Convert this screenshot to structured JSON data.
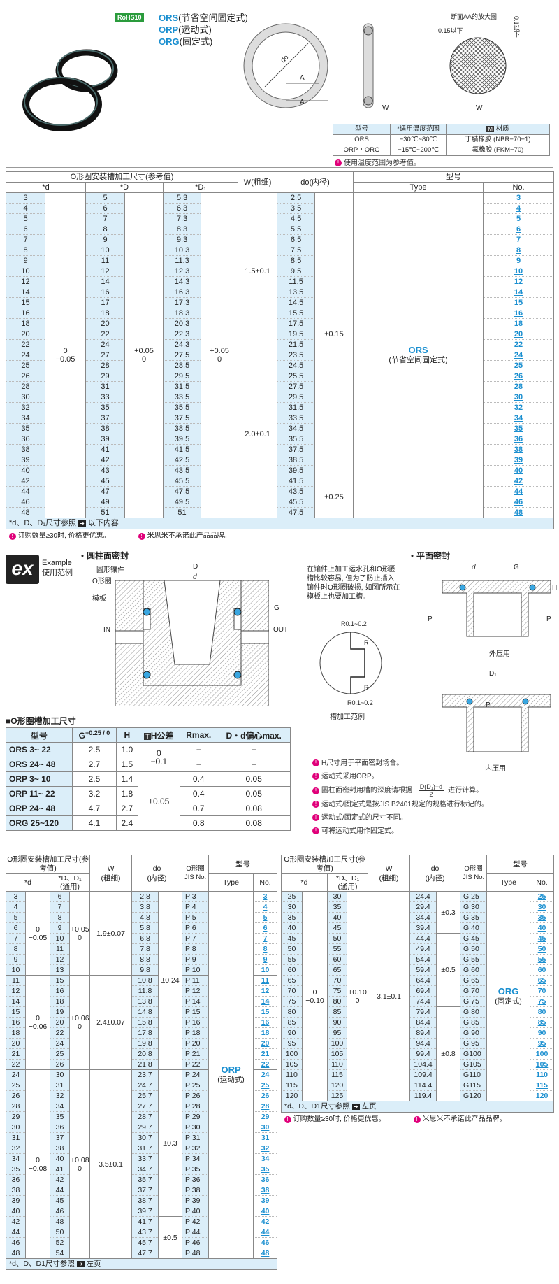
{
  "header": {
    "rohs": "RoHS10",
    "ors": "ORS",
    "ors_desc": "(节省空间固定式)",
    "orp": "ORP",
    "orp_desc": "(运动式)",
    "org": "ORG",
    "org_desc": "(固定式)",
    "section_title": "断面AA的放大图",
    "dim_015": "0.15以下",
    "dim_01": "0.1以下",
    "lbl_A": "A",
    "lbl_W": "W",
    "lbl_do": "do"
  },
  "material_table": {
    "headers": [
      "型号",
      "*适用温度范围",
      "材质"
    ],
    "material_icon": "M",
    "rows": [
      [
        "ORS",
        "−30℃~80℃",
        "丁腈橡胶 (NBR−70−1)"
      ],
      [
        "ORP・ORG",
        "−15℃~200℃",
        "氟橡胶 (FKM−70)"
      ]
    ],
    "note": "使用温度范围为参考值。"
  },
  "ors_table": {
    "group_header": "O形圈安装槽加工尺寸(参考值)",
    "col_d": "*d",
    "col_D": "*D",
    "col_D1": "*D₁",
    "col_W": "W(粗细)",
    "col_do": "do(内径)",
    "col_type_group": "型号",
    "col_type": "Type",
    "col_no": "No.",
    "tol_d": [
      "0",
      "−0.05"
    ],
    "tol_D": [
      "+0.05",
      "0"
    ],
    "tol_D1": [
      "+0.05",
      "0"
    ],
    "w1": "1.5±0.1",
    "w2": "2.0±0.1",
    "do_tol1": "±0.15",
    "do_tol2": "±0.25",
    "type_name": "ORS",
    "type_desc": "(节省空间固定式)",
    "rows": [
      [
        "3",
        "5",
        "5.3",
        "2.5",
        "3"
      ],
      [
        "4",
        "6",
        "6.3",
        "3.5",
        "4"
      ],
      [
        "5",
        "7",
        "7.3",
        "4.5",
        "5"
      ],
      [
        "6",
        "8",
        "8.3",
        "5.5",
        "6"
      ],
      [
        "7",
        "9",
        "9.3",
        "6.5",
        "7"
      ],
      [
        "8",
        "10",
        "10.3",
        "7.5",
        "8"
      ],
      [
        "9",
        "11",
        "11.3",
        "8.5",
        "9"
      ],
      [
        "10",
        "12",
        "12.3",
        "9.5",
        "10"
      ],
      [
        "12",
        "14",
        "14.3",
        "11.5",
        "12"
      ],
      [
        "14",
        "16",
        "16.3",
        "13.5",
        "14"
      ],
      [
        "15",
        "17",
        "17.3",
        "14.5",
        "15"
      ],
      [
        "16",
        "18",
        "18.3",
        "15.5",
        "16"
      ],
      [
        "18",
        "20",
        "20.3",
        "17.5",
        "18"
      ],
      [
        "20",
        "22",
        "22.3",
        "19.5",
        "20"
      ],
      [
        "22",
        "24",
        "24.3",
        "21.5",
        "22"
      ],
      [
        "24",
        "27",
        "27.5",
        "23.5",
        "24"
      ],
      [
        "25",
        "28",
        "28.5",
        "24.5",
        "25"
      ],
      [
        "26",
        "29",
        "29.5",
        "25.5",
        "26"
      ],
      [
        "28",
        "31",
        "31.5",
        "27.5",
        "28"
      ],
      [
        "30",
        "33",
        "33.5",
        "29.5",
        "30"
      ],
      [
        "32",
        "35",
        "35.5",
        "31.5",
        "32"
      ],
      [
        "34",
        "37",
        "37.5",
        "33.5",
        "34"
      ],
      [
        "35",
        "38",
        "38.5",
        "34.5",
        "35"
      ],
      [
        "36",
        "39",
        "39.5",
        "35.5",
        "36"
      ],
      [
        "38",
        "41",
        "41.5",
        "37.5",
        "38"
      ],
      [
        "39",
        "42",
        "42.5",
        "38.5",
        "39"
      ],
      [
        "40",
        "43",
        "43.5",
        "39.5",
        "40"
      ],
      [
        "42",
        "45",
        "45.5",
        "41.5",
        "42"
      ],
      [
        "44",
        "47",
        "47.5",
        "43.5",
        "44"
      ],
      [
        "46",
        "49",
        "49.5",
        "45.5",
        "46"
      ],
      [
        "48",
        "51",
        "51",
        "47.5",
        "48"
      ]
    ],
    "footer": "*d、D、D₁尺寸参照",
    "footer_link": "以下内容",
    "note1": "订购数量≥30时, 价格更优惠。",
    "note2": "米思米不承诺此产品品牌。"
  },
  "example": {
    "badge": "ex",
    "label_en": "Example",
    "label_cn": "使用范例",
    "left_title": "・圆柱面密封",
    "lbl_housing": "圆形镶件",
    "lbl_oring": "O形圈",
    "lbl_plate": "模板",
    "lbl_in": "IN",
    "lbl_out": "OUT",
    "lbl_D": "D",
    "lbl_d": "d",
    "lbl_G": "G",
    "lbl_H": "H",
    "mid_text": "在镶件上加工运水孔和O形圈槽比较容易, 但为了防止插入镶件时O形圈破损, 如图所示在模板上也要加工槽。",
    "r1": "R0.1~0.2",
    "r2": "R0.1~0.2",
    "lbl_R": "R",
    "groove_caption": "槽加工范例",
    "right_title": "・平面密封",
    "lbl_P": "P",
    "outer_caption": "外压用",
    "inner_caption": "内压用",
    "lbl_D1": "D₁"
  },
  "groove_table": {
    "title": "■O形圈槽加工尺寸",
    "headers": [
      "型号",
      "G",
      "H",
      "H公差",
      "Rmax.",
      "D・d偏心max."
    ],
    "g_tol": "+0.25 / 0",
    "h_tol_icon": "T",
    "rows": [
      [
        "ORS 3~ 22",
        "2.5",
        "1.0",
        "",
        "−",
        "−"
      ],
      [
        "ORS 24~ 48",
        "2.7",
        "1.5",
        "",
        "−",
        "−"
      ],
      [
        "ORP 3~ 10",
        "2.5",
        "1.4",
        "",
        "0.4",
        "0.05"
      ],
      [
        "ORP 11~ 22",
        "3.2",
        "1.8",
        "",
        "0.4",
        "0.05"
      ],
      [
        "ORP 24~ 48",
        "4.7",
        "2.7",
        "",
        "0.7",
        "0.08"
      ],
      [
        "ORG 25~120",
        "4.1",
        "2.4",
        "",
        "0.8",
        "0.08"
      ]
    ],
    "tol_a": [
      "0",
      "−0.1"
    ],
    "tol_b": "±0.05"
  },
  "notes": [
    "H尺寸用于平面密封场合。",
    "运动式采用ORP。",
    "圆柱面密封用槽的深度请根据",
    "运动式/固定式是按JIS B2401规定的规格进行标记的。",
    "运动式/固定式的尺寸不同。",
    "可将运动式用作固定式。"
  ],
  "formula": {
    "num": "D(D₁)−d",
    "den": "2",
    "suffix": "进行计算。"
  },
  "orp_table": {
    "group_header": "O形圈安装槽加工尺寸(参考值)",
    "col_d": "*d",
    "col_DD1": "*D、D₁",
    "col_DD1_sub": "(通用)",
    "col_W": "W",
    "col_W_sub": "(粗细)",
    "col_do": "do",
    "col_do_sub": "(内径)",
    "col_jis": "O形圈",
    "col_jis_sub": "JIS No.",
    "col_type_group": "型号",
    "col_type": "Type",
    "col_no": "No.",
    "g1_tol_d": [
      "0",
      "−0.05"
    ],
    "g1_tol_D": [
      "+0.05",
      "0"
    ],
    "g1_w": "1.9±0.07",
    "g1_do": "±0.24",
    "g2_tol_d": [
      "0",
      "−0.06"
    ],
    "g2_tol_D": [
      "+0.06",
      "0"
    ],
    "g2_w": "2.4±0.07",
    "g3_tol_d": [
      "0",
      "−0.08"
    ],
    "g3_tol_D": [
      "+0.08",
      "0"
    ],
    "g3_w": "3.5±0.1",
    "g3_do1": "±0.3",
    "g3_do2": "±0.5",
    "type_name": "ORP",
    "type_desc": "(运动式)",
    "rows": [
      [
        "3",
        "6",
        "2.8",
        "P  3",
        "3"
      ],
      [
        "4",
        "7",
        "3.8",
        "P  4",
        "4"
      ],
      [
        "5",
        "8",
        "4.8",
        "P  5",
        "5"
      ],
      [
        "6",
        "9",
        "5.8",
        "P  6",
        "6"
      ],
      [
        "7",
        "10",
        "6.8",
        "P  7",
        "7"
      ],
      [
        "8",
        "11",
        "7.8",
        "P  8",
        "8"
      ],
      [
        "9",
        "12",
        "8.8",
        "P  9",
        "9"
      ],
      [
        "10",
        "13",
        "9.8",
        "P 10",
        "10"
      ],
      [
        "11",
        "15",
        "10.8",
        "P 11",
        "11"
      ],
      [
        "12",
        "16",
        "11.8",
        "P 12",
        "12"
      ],
      [
        "14",
        "18",
        "13.8",
        "P 14",
        "14"
      ],
      [
        "15",
        "19",
        "14.8",
        "P 15",
        "15"
      ],
      [
        "16",
        "20",
        "15.8",
        "P 16",
        "16"
      ],
      [
        "18",
        "22",
        "17.8",
        "P 18",
        "18"
      ],
      [
        "20",
        "24",
        "19.8",
        "P 20",
        "20"
      ],
      [
        "21",
        "25",
        "20.8",
        "P 21",
        "21"
      ],
      [
        "22",
        "26",
        "21.8",
        "P 22",
        "22"
      ],
      [
        "24",
        "30",
        "23.7",
        "P 24",
        "24"
      ],
      [
        "25",
        "31",
        "24.7",
        "P 25",
        "25"
      ],
      [
        "26",
        "32",
        "25.7",
        "P 26",
        "26"
      ],
      [
        "28",
        "34",
        "27.7",
        "P 28",
        "28"
      ],
      [
        "29",
        "35",
        "28.7",
        "P 29",
        "29"
      ],
      [
        "30",
        "36",
        "29.7",
        "P 30",
        "30"
      ],
      [
        "31",
        "37",
        "30.7",
        "P 31",
        "31"
      ],
      [
        "32",
        "38",
        "31.7",
        "P 32",
        "32"
      ],
      [
        "34",
        "40",
        "33.7",
        "P 34",
        "34"
      ],
      [
        "35",
        "41",
        "34.7",
        "P 35",
        "35"
      ],
      [
        "36",
        "42",
        "35.7",
        "P 36",
        "36"
      ],
      [
        "38",
        "44",
        "37.7",
        "P 38",
        "38"
      ],
      [
        "39",
        "45",
        "38.7",
        "P 39",
        "39"
      ],
      [
        "40",
        "46",
        "39.7",
        "P 40",
        "40"
      ],
      [
        "42",
        "48",
        "41.7",
        "P 42",
        "42"
      ],
      [
        "44",
        "50",
        "43.7",
        "P 44",
        "44"
      ],
      [
        "46",
        "52",
        "45.7",
        "P 46",
        "46"
      ],
      [
        "48",
        "54",
        "47.7",
        "P 48",
        "48"
      ]
    ],
    "footer": "*d、D、D1尺寸参照",
    "footer_link": "左页"
  },
  "org_table": {
    "group_header": "O形圈安装槽加工尺寸(参考值)",
    "tol_d": [
      "0",
      "−0.10"
    ],
    "tol_D": [
      "+0.10",
      "0"
    ],
    "w": "3.1±0.1",
    "do1": "±0.3",
    "do2": "±0.5",
    "do3": "±0.8",
    "type_name": "ORG",
    "type_desc": "(固定式)",
    "rows": [
      [
        "25",
        "30",
        "24.4",
        "G 25",
        "25"
      ],
      [
        "30",
        "35",
        "29.4",
        "G 30",
        "30"
      ],
      [
        "35",
        "40",
        "34.4",
        "G 35",
        "35"
      ],
      [
        "40",
        "45",
        "39.4",
        "G 40",
        "40"
      ],
      [
        "45",
        "50",
        "44.4",
        "G 45",
        "45"
      ],
      [
        "50",
        "55",
        "49.4",
        "G 50",
        "50"
      ],
      [
        "55",
        "60",
        "54.4",
        "G 55",
        "55"
      ],
      [
        "60",
        "65",
        "59.4",
        "G 60",
        "60"
      ],
      [
        "65",
        "70",
        "64.4",
        "G 65",
        "65"
      ],
      [
        "70",
        "75",
        "69.4",
        "G 70",
        "70"
      ],
      [
        "75",
        "80",
        "74.4",
        "G 75",
        "75"
      ],
      [
        "80",
        "85",
        "79.4",
        "G 80",
        "80"
      ],
      [
        "85",
        "90",
        "84.4",
        "G 85",
        "85"
      ],
      [
        "90",
        "95",
        "89.4",
        "G 90",
        "90"
      ],
      [
        "95",
        "100",
        "94.4",
        "G 95",
        "95"
      ],
      [
        "100",
        "105",
        "99.4",
        "G100",
        "100"
      ],
      [
        "105",
        "110",
        "104.4",
        "G105",
        "105"
      ],
      [
        "110",
        "115",
        "109.4",
        "G110",
        "110"
      ],
      [
        "115",
        "120",
        "114.4",
        "G115",
        "115"
      ],
      [
        "120",
        "125",
        "119.4",
        "G120",
        "120"
      ]
    ],
    "footer": "*d、D、D1尺寸参照",
    "footer_link": "左页",
    "note1": "订购数量≥30时, 价格更优惠。",
    "note2": "米思米不承诺此产品品牌。"
  }
}
